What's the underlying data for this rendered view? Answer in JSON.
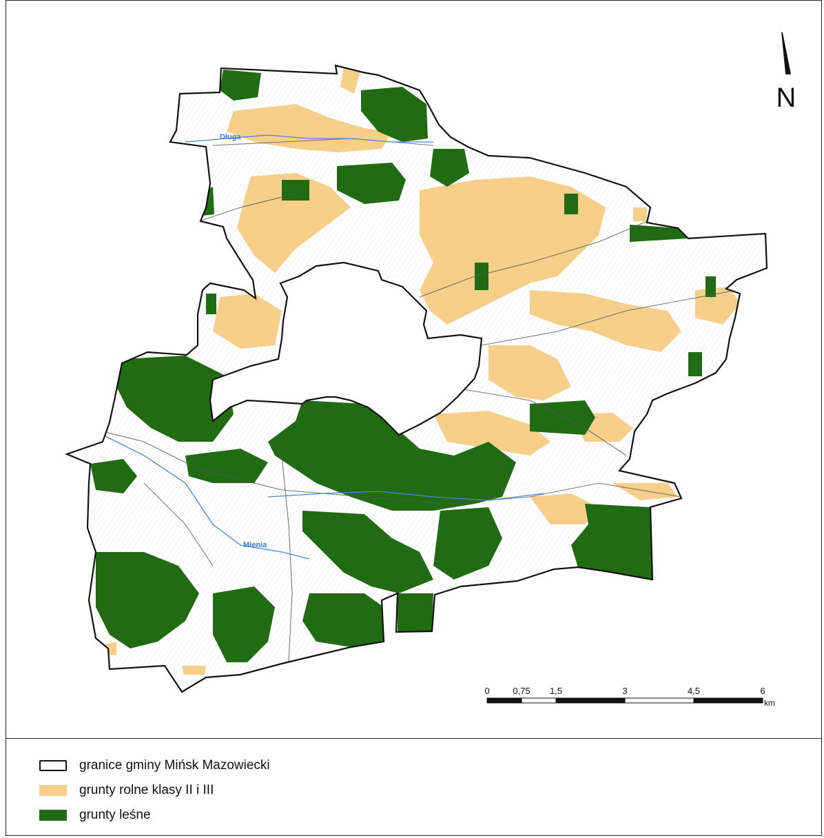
{
  "map": {
    "rivers": [
      {
        "label": "Długa"
      },
      {
        "label": "Mienia"
      }
    ]
  },
  "legend": {
    "items": [
      {
        "label": "granice gminy Mińsk Mazowiecki",
        "color": "#ffffff",
        "style": "outline"
      },
      {
        "label": "grunty rolne klasy II i III",
        "color": "#f8cf8a",
        "style": "fill"
      },
      {
        "label": "grunty leśne",
        "color": "#216b12",
        "style": "fill"
      }
    ]
  },
  "scalebar": {
    "ticks": [
      "0",
      "0,75",
      "1,5",
      "3",
      "4,5",
      "6"
    ],
    "tick_values": [
      0,
      0.75,
      1.5,
      3,
      4.5,
      6
    ],
    "unit": "km"
  },
  "north_arrow": {
    "icon": "north-arrow-icon",
    "letter": "N"
  }
}
